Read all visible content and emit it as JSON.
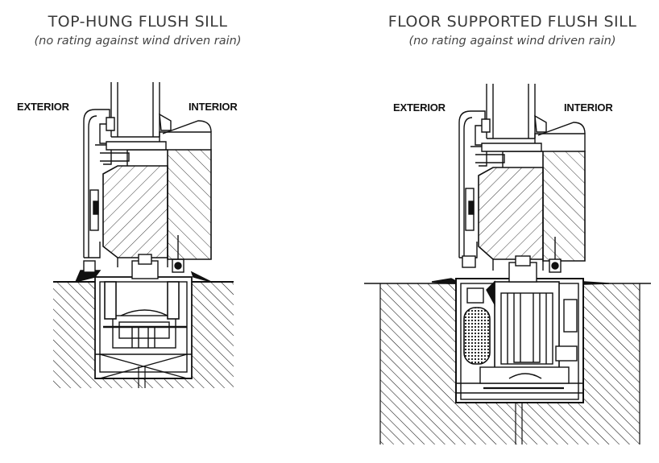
{
  "left": {
    "title": "TOP-HUNG FLUSH SILL",
    "subtitle": "(no rating against wind driven rain)",
    "exterior_label": "EXTERIOR",
    "interior_label": "INTERIOR"
  },
  "right": {
    "title": "FLOOR SUPPORTED FLUSH SILL",
    "subtitle": "(no rating against wind driven rain)",
    "exterior_label": "EXTERIOR",
    "interior_label": "INTERIOR"
  },
  "colors": {
    "line": "#111111",
    "title_text": "#3a3a3a"
  }
}
